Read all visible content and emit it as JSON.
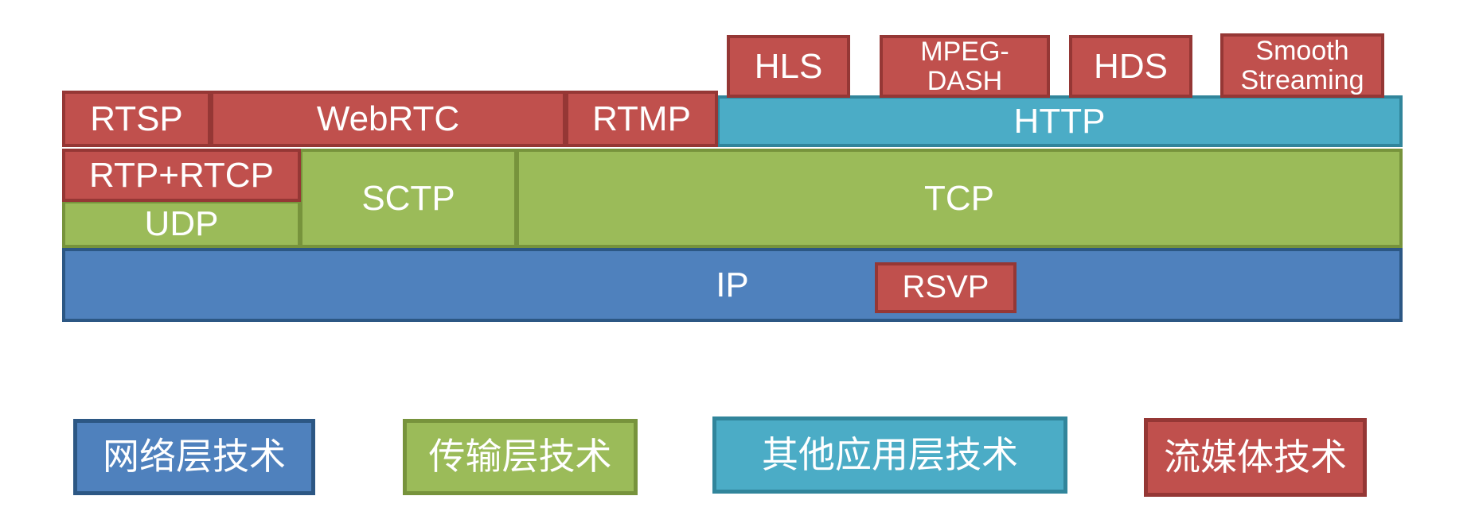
{
  "stack": {
    "hls": "HLS",
    "mpeg_dash_line1": "MPEG-",
    "mpeg_dash_line2": "DASH",
    "hds": "HDS",
    "smooth_line1": "Smooth",
    "smooth_line2": "Streaming",
    "rtsp": "RTSP",
    "webrtc": "WebRTC",
    "rtmp": "RTMP",
    "http": "HTTP",
    "rtp_rtcp": "RTP+RTCP",
    "udp": "UDP",
    "sctp": "SCTP",
    "tcp": "TCP",
    "ip": "IP",
    "rsvp": "RSVP"
  },
  "legend": {
    "network_layer": "网络层技术",
    "transport_layer": "传输层技术",
    "other_application_layer": "其他应用层技术",
    "streaming_media": "流媒体技术"
  },
  "colors": {
    "streaming_red": "#C0504D",
    "streaming_red_border": "#953735",
    "transport_green": "#9BBB59",
    "transport_green_border": "#77933C",
    "network_blue": "#4F81BD",
    "network_blue_border": "#2C5784",
    "application_cyan": "#4BACC6",
    "application_cyan_border": "#31859B",
    "label_text": "#FFFFFF",
    "background": "#FFFFFF"
  }
}
